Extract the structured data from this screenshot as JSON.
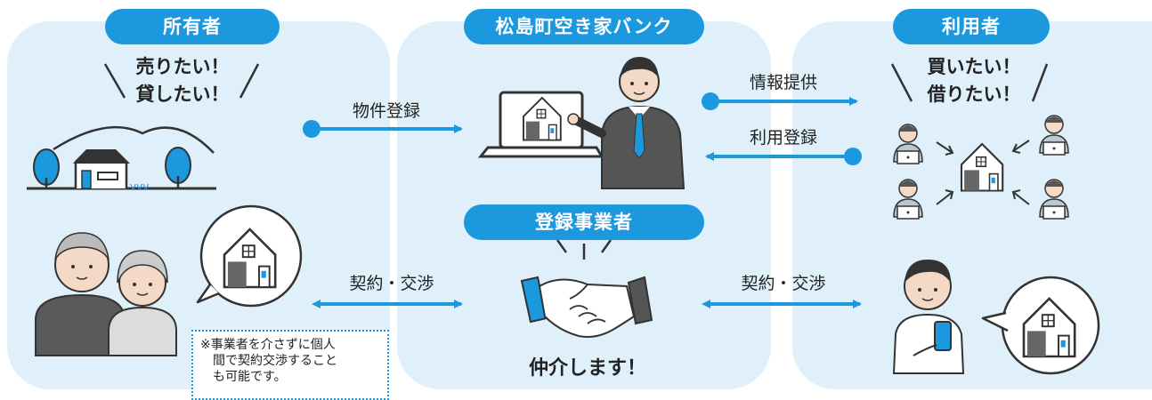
{
  "owner": {
    "title": "所有者",
    "speech": "売りたい！\n貸したい！",
    "note": "※事業者を介さずに個人\n　間で契約交渉すること\n　も可能です。"
  },
  "bank": {
    "title": "松島町空き家バンク"
  },
  "user": {
    "title": "利用者",
    "speech": "買いたい！\n借りたい！"
  },
  "agent": {
    "title": "登録事業者",
    "caption": "仲介します！"
  },
  "arrows": {
    "property_registration": "物件登録",
    "info_provision": "情報提供",
    "user_registration": "利用登録",
    "contract_left": "契約・交渉",
    "contract_right": "契約・交渉"
  },
  "colors": {
    "accent": "#1c98de",
    "panel_bg": "#dff0fa",
    "arrow": "#1c98de"
  }
}
